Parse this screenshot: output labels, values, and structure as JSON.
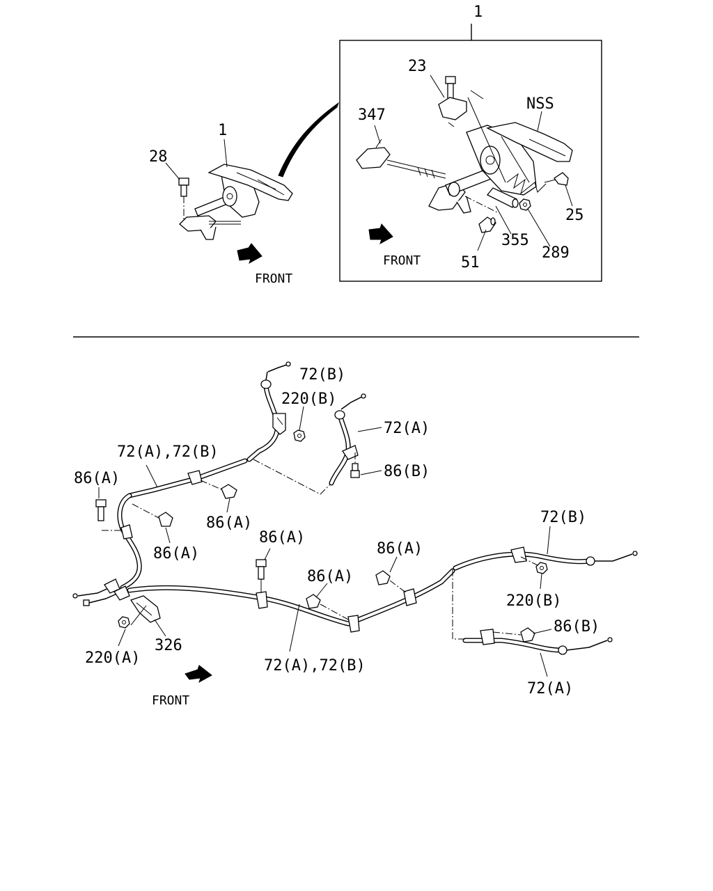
{
  "top": {
    "overview_labels": {
      "lever": "1",
      "bolt": "28"
    },
    "detail_labels": {
      "assembly": "1",
      "bracket_bolt": "23",
      "rod": "347",
      "grip": "NSS",
      "screw": "25",
      "sleeve": "355",
      "nut": "289",
      "pin": "51"
    },
    "front_left": "FRONT",
    "front_detail": "FRONT"
  },
  "bottom": {
    "labels": {
      "c_72b_top": "72(B)",
      "n_220b_top": "220(B)",
      "c_72a_top": "72(A)",
      "c_72ab_upper": "72(A),72(B)",
      "b_86a_left": "86(A)",
      "b_86b_upper": "86(B)",
      "b_86a_mid": "86(A)",
      "b_86a_lower_left": "86(A)",
      "b_86a_center": "86(A)",
      "b_86a_right_mid": "86(A)",
      "b_86a_lower_mid": "86(A)",
      "c_72b_right": "72(B)",
      "n_220b_right": "220(B)",
      "b_86b_right": "86(B)",
      "c_72a_right": "72(A)",
      "c_72ab_lower": "72(A),72(B)",
      "n_220a": "220(A)",
      "bracket_326": "326"
    },
    "front_label": "FRONT"
  }
}
